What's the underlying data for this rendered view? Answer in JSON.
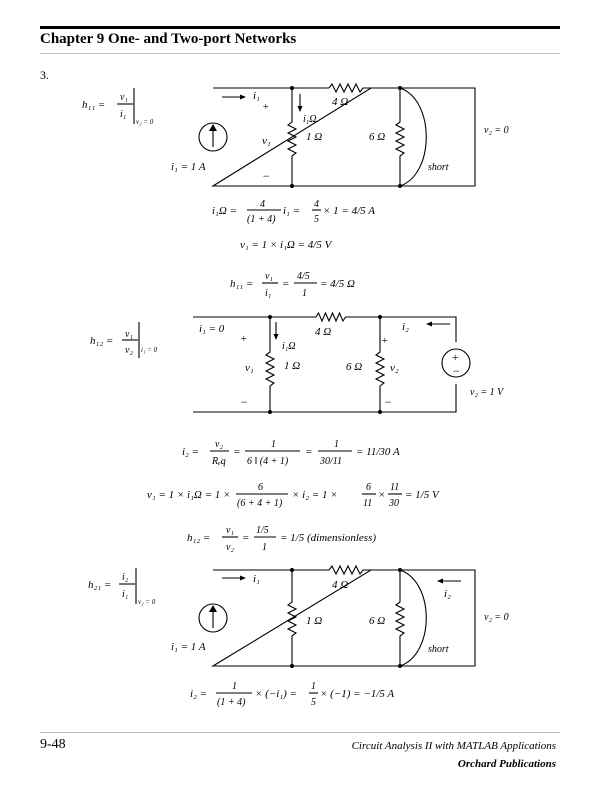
{
  "header": {
    "chapter_title": "Chapter 9  One- and Two-port Networks"
  },
  "problem": {
    "number": "3."
  },
  "footer": {
    "page_number": "9-48",
    "book_title": "Circuit Analysis II with MATLAB Applications",
    "publisher": "Orchard Publications"
  },
  "circuit_labels": {
    "ohm4": "4 Ω",
    "ohm1": "1 Ω",
    "ohm6": "6 Ω",
    "i1": "i₁",
    "i2": "i₂",
    "i1ohm": "i₁Ω",
    "v1": "v₁",
    "v2": "v₂",
    "plus": "+",
    "minus": "−",
    "short": "short",
    "i1_source": "i₁ = 1 A",
    "v2_zero": "v₂ = 0",
    "v2_one": "v₂ = 1 V",
    "i1_zero": "i₁ = 0"
  },
  "h11": {
    "lhs": "h₁₁ =",
    "num": "v₁",
    "den": "i₁",
    "cond": "v₂ = 0",
    "eq1_lhs": "i₁Ω =",
    "eq1_num": "4",
    "eq1_den": "(1 + 4)",
    "eq1_mid": "i₁ =",
    "eq1_num2": "4",
    "eq1_den2": "5",
    "eq1_rest": "× 1 = 4/5 A",
    "eq2": "v₁ = 1 × i₁Ω = 4/5 V",
    "eq3_lhs": "h₁₁ =",
    "eq3_num": "v₁",
    "eq3_den": "i₁",
    "eq3_eq": "=",
    "eq3_num2": "4/5",
    "eq3_den2": "1",
    "eq3_rest": "= 4/5 Ω"
  },
  "h12": {
    "lhs": "h₁₂ =",
    "num": "v₁",
    "den": "v₂",
    "cond": "i₁ = 0",
    "eq1_lhs": "i₂ =",
    "eq1_num1": "v₂",
    "eq1_den1": "Rₑq",
    "eq1_num2": "1",
    "eq1_den2": "6 ‖ (4 + 1)",
    "eq1_num3": "1",
    "eq1_den3": "30/11",
    "eq1_rest": "= 11/30 A",
    "eq2_lhs": "v₁ = 1 × i₁Ω = 1 ×",
    "eq2_num": "6",
    "eq2_den": "(6 + 4 + 1)",
    "eq2_mid": "× i₂ = 1 ×",
    "eq2_num2": "6",
    "eq2_den2": "11",
    "eq2_x": "×",
    "eq2_num3": "11",
    "eq2_den3": "30",
    "eq2_rest": "= 1/5 V",
    "eq3_lhs": "h₁₂ =",
    "eq3_num": "v₁",
    "eq3_den": "v₂",
    "eq3_eq": "=",
    "eq3_num2": "1/5",
    "eq3_den2": "1",
    "eq3_rest": "= 1/5 (dimensionless)"
  },
  "h21": {
    "lhs": "h₂₁ =",
    "num": "i₂",
    "den": "i₁",
    "cond": "v₂ = 0",
    "eq1_lhs": "i₂ =",
    "eq1_num": "1",
    "eq1_den": "(1 + 4)",
    "eq1_mid": "× (−i₁) =",
    "eq1_num2": "1",
    "eq1_den2": "5",
    "eq1_rest": "× (−1) = −1/5 A"
  }
}
